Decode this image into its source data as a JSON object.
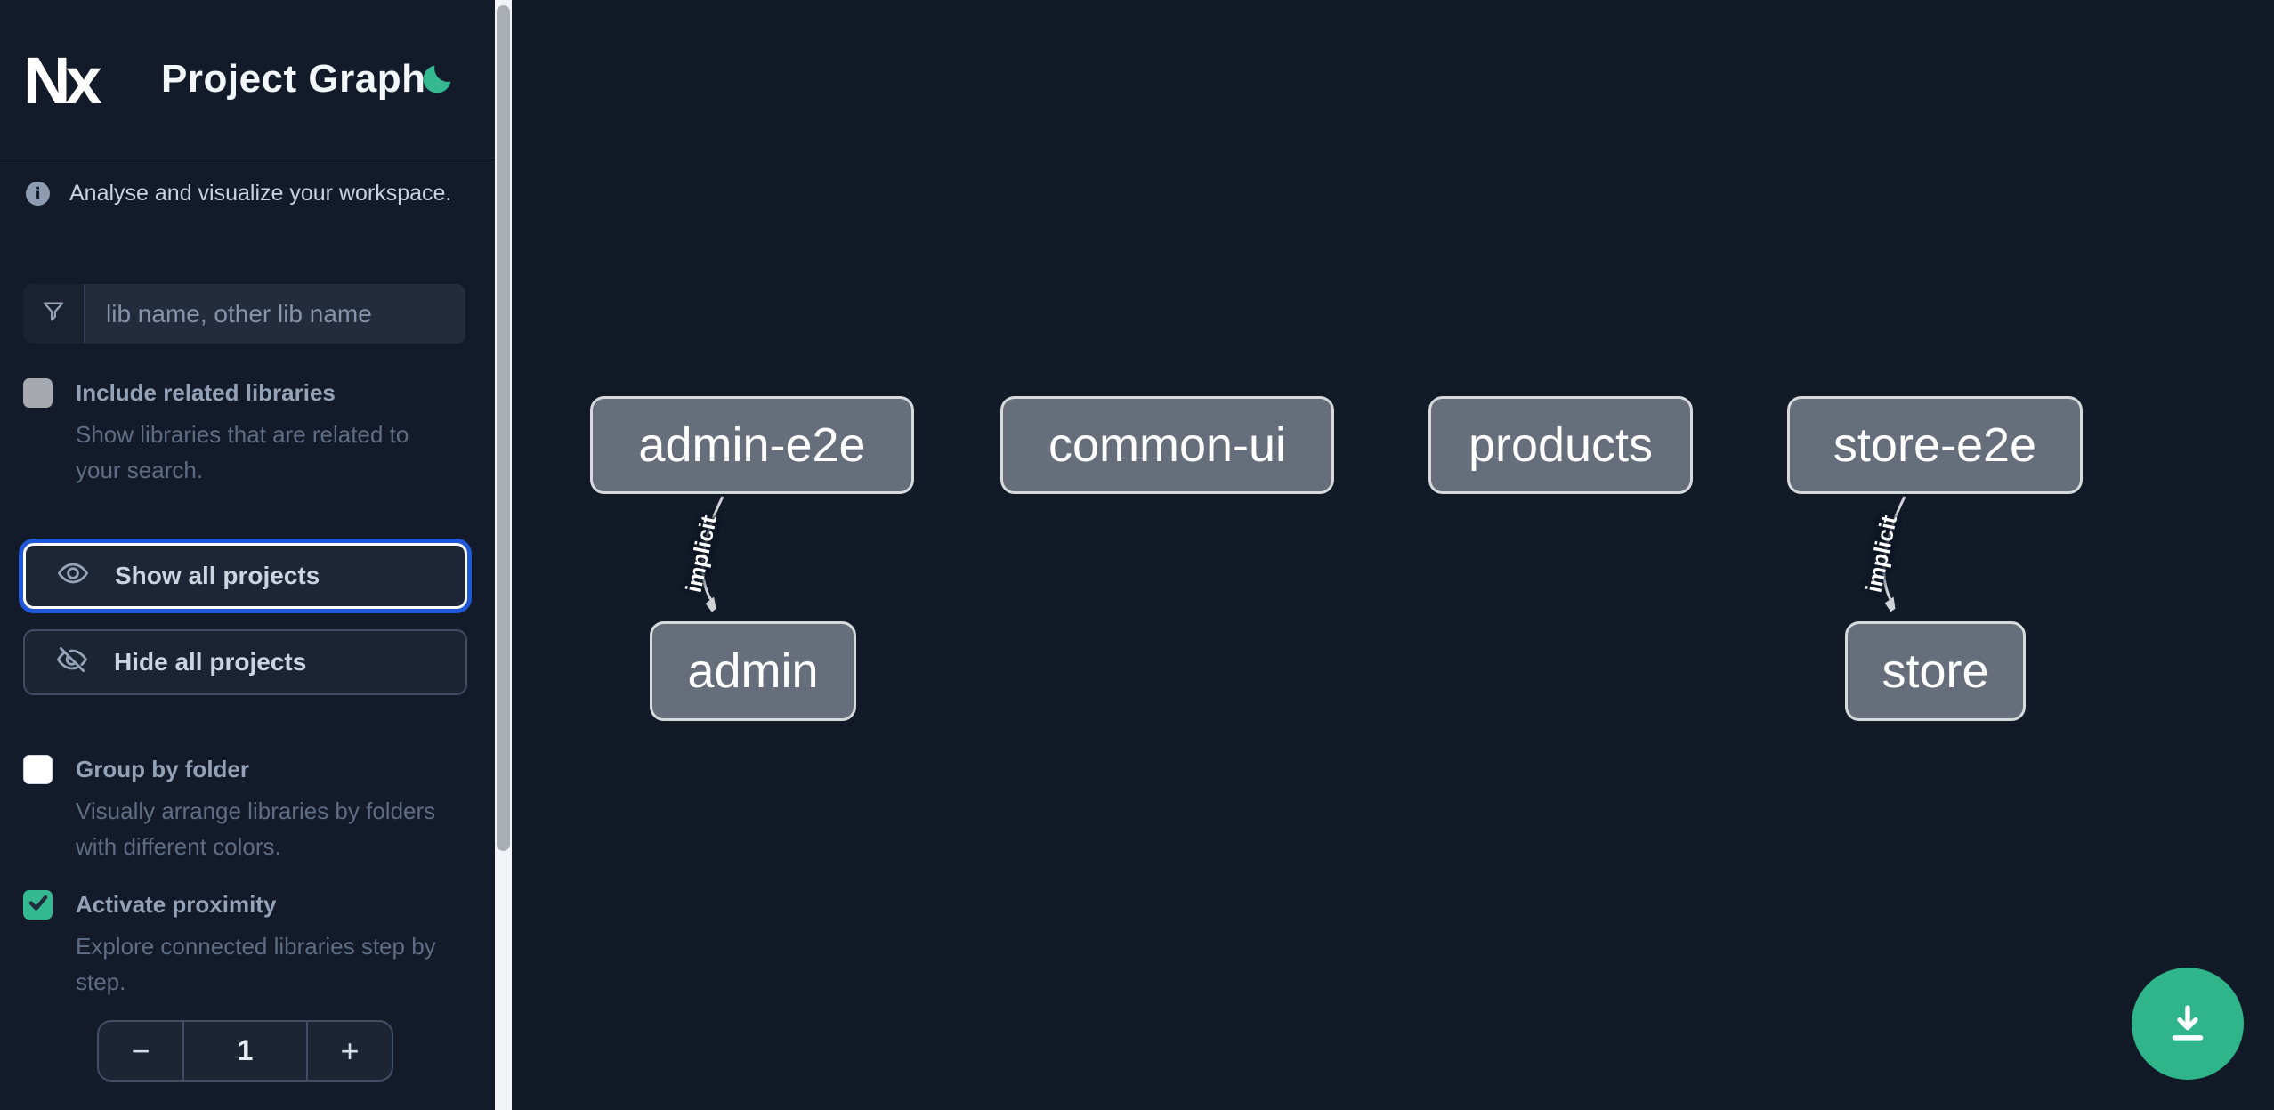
{
  "header": {
    "app_title": "Project Graph",
    "logo_text": "Nx",
    "theme_icon": "moon-icon"
  },
  "sidebar": {
    "tagline": "Analyse and visualize your workspace.",
    "search": {
      "placeholder": "lib name, other lib name"
    },
    "options": [
      {
        "id": "include-related-libraries",
        "label": "Include related libraries",
        "description": "Show libraries that are related to your search.",
        "checked": false
      },
      {
        "id": "group-by-folder",
        "label": "Group by folder",
        "description": "Visually arrange libraries by folders with different colors.",
        "checked": false
      },
      {
        "id": "activate-proximity",
        "label": "Activate proximity",
        "description": "Explore connected libraries step by step.",
        "checked": true
      }
    ],
    "buttons": {
      "show_all": "Show all projects",
      "hide_all": "Hide all projects"
    },
    "proximity_stepper": {
      "decrement": "−",
      "value": "1",
      "increment": "+"
    }
  },
  "graph": {
    "nodes": [
      {
        "id": "admin-e2e",
        "label": "admin-e2e"
      },
      {
        "id": "common-ui",
        "label": "common-ui"
      },
      {
        "id": "products",
        "label": "products"
      },
      {
        "id": "store-e2e",
        "label": "store-e2e"
      },
      {
        "id": "admin",
        "label": "admin"
      },
      {
        "id": "store",
        "label": "store"
      }
    ],
    "edges": [
      {
        "source": "admin-e2e",
        "target": "admin",
        "label": "implicit"
      },
      {
        "source": "store-e2e",
        "target": "store",
        "label": "implicit"
      }
    ]
  },
  "colors": {
    "accent_green": "#35b990",
    "focus_blue": "#2057d6",
    "node_fill": "#666e7b",
    "node_border": "#d7dadd",
    "canvas_bg": "#121a28",
    "sidebar_bg": "#131b2b"
  }
}
